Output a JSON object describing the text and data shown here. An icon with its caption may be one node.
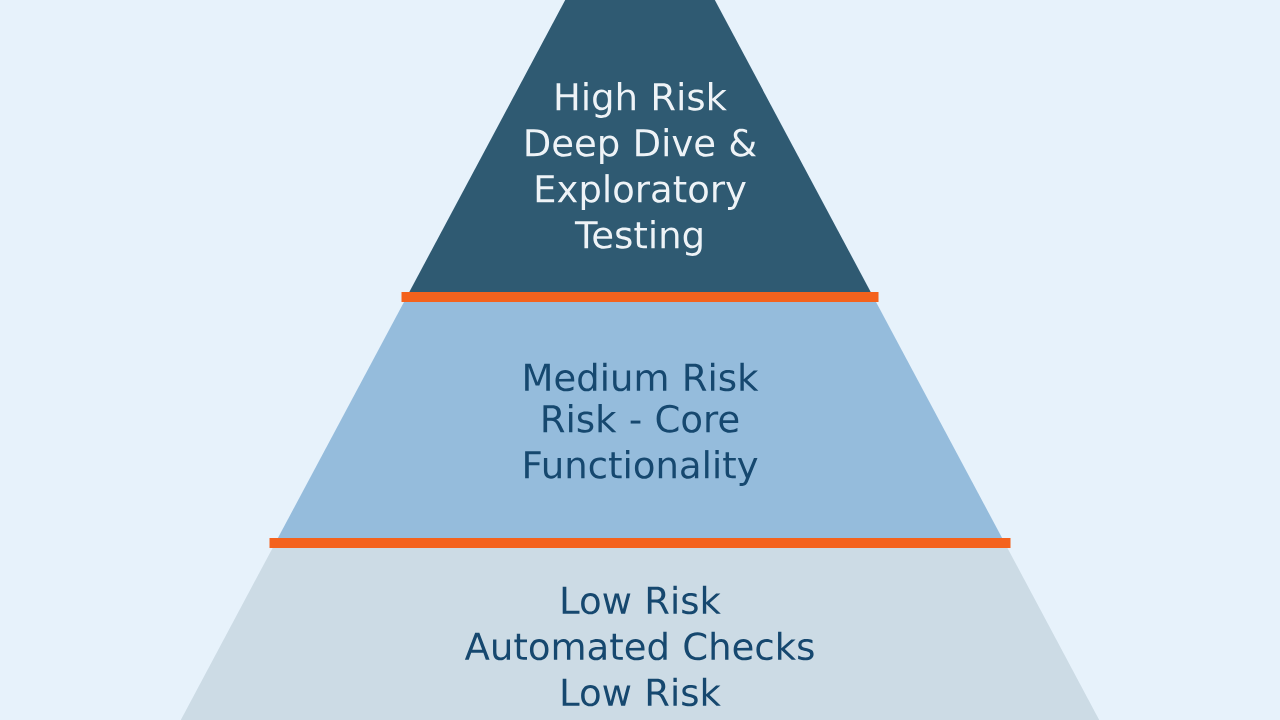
{
  "diagram": {
    "nodes": [
      {
        "text": [
          "High Risk",
          "Deep Dive & Exploratory Testing"
        ]
      },
      {
        "text": [
          "Medium Risk",
          "Risk - Core Functionality"
        ]
      },
      {
        "text": [
          "Low Risk",
          "Automated Checks",
          "Low Risk"
        ]
      }
    ]
  }
}
